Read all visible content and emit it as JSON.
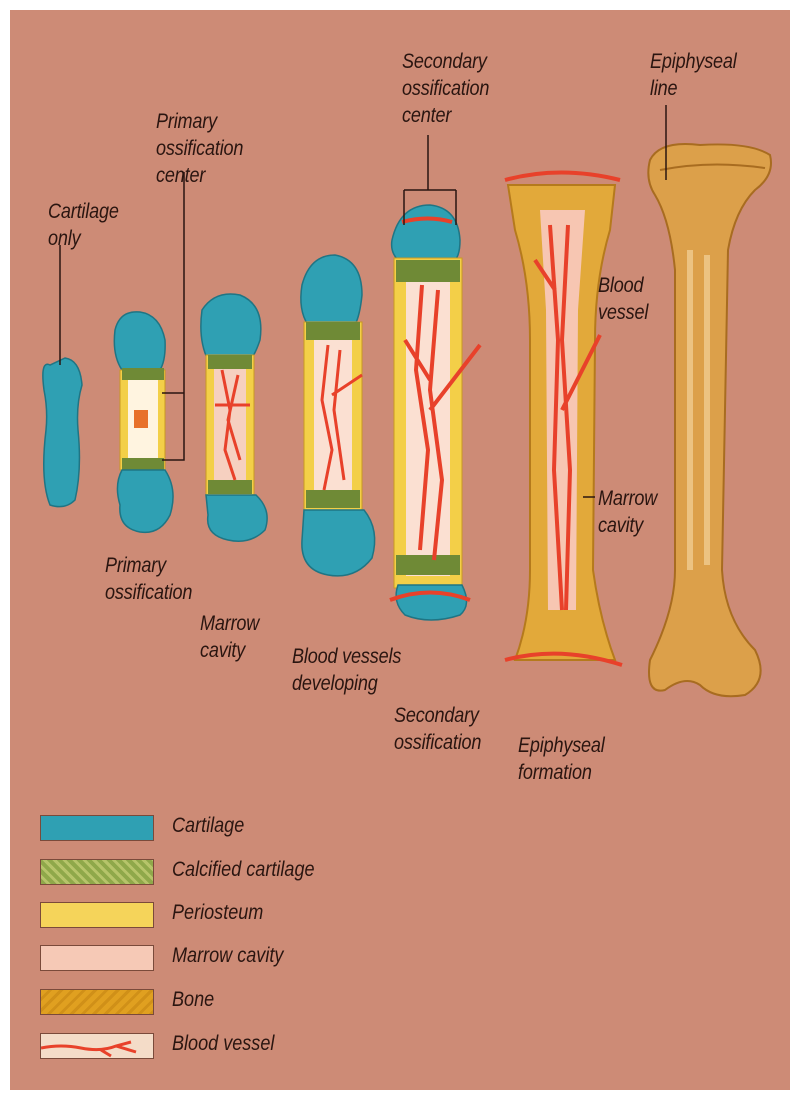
{
  "labels": {
    "cartilage_only": "Cartilage\nonly",
    "primary_center": "Primary\nossification\ncenter",
    "secondary_center": "Secondary\nossification\ncenter",
    "epiphyseal_line": "Epiphyseal\nline",
    "blood_vessel": "Blood\nvessel",
    "marrow_cavity_right": "Marrow\ncavity",
    "primary_ossification": "Primary\nossification",
    "marrow_cavity": "Marrow\ncavity",
    "blood_vessels_developing": "Blood vessels\ndeveloping",
    "secondary_ossification": "Secondary\nossification",
    "epiphyseal_formation": "Epiphyseal\nformation"
  },
  "legend": [
    {
      "label": "Cartilage",
      "color": "#2fa0b3"
    },
    {
      "label": "Calcified cartilage",
      "color": "#8fa84a"
    },
    {
      "label": "Periosteum",
      "color": "#f5d45a"
    },
    {
      "label": "Marrow cavity",
      "color": "#f6c9b6"
    },
    {
      "label": "Bone",
      "color": "#e0a020"
    },
    {
      "label": "Blood vessel",
      "color": "#f4dcc8"
    }
  ],
  "colors": {
    "background": "#cd8b76",
    "cartilage": "#2fa0b3",
    "calcified": "#6f8a36",
    "periosteum": "#f3cf48",
    "marrow": "#f6c9b6",
    "bone": "#dca04a",
    "vessel": "#e8412a"
  }
}
